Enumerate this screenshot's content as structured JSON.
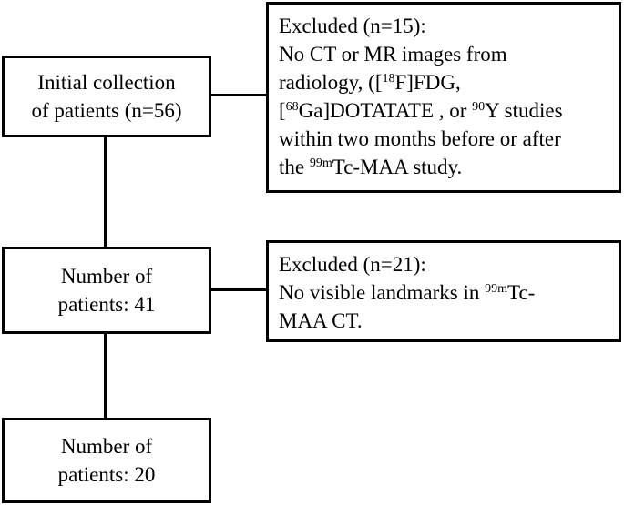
{
  "flow": {
    "initial": {
      "lines": [
        "Initial collection",
        "of patients (n=56)"
      ]
    },
    "excluded1": {
      "title": "Excluded (n=15):",
      "l2": "No CT or MR images from",
      "l3_a": "radiology, ([",
      "l3_sup1": "18",
      "l3_b": "F]FDG,",
      "l4_a": "[",
      "l4_sup1": "68",
      "l4_b": "Ga]DOTATATE , or ",
      "l4_sup2": "90",
      "l4_c": "Y studies",
      "l5": "within two months before or after",
      "l6_a": "the ",
      "l6_sup": "99m",
      "l6_b": "Tc-MAA study."
    },
    "middle": {
      "lines": [
        "Number of",
        "patients: 41"
      ]
    },
    "excluded2": {
      "title": "Excluded (n=21):",
      "l2_a": "No visible landmarks in ",
      "l2_sup": "99m",
      "l2_b": "Tc-",
      "l3": "MAA CT."
    },
    "final": {
      "lines": [
        "Number of",
        "patients: 20"
      ]
    }
  }
}
